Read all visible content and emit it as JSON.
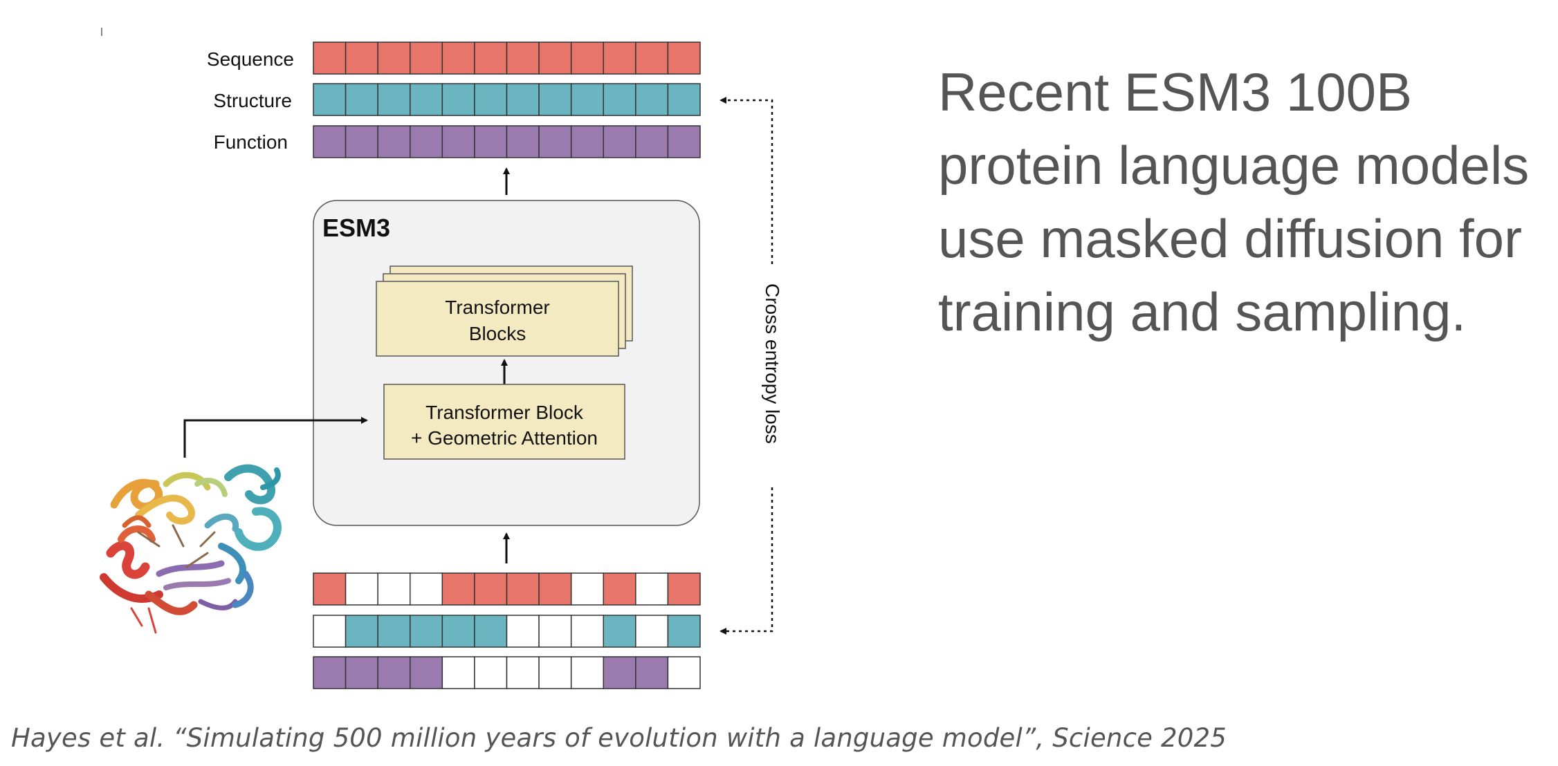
{
  "diagram": {
    "model_label": "ESM3",
    "top_track_labels": [
      "Sequence",
      "Structure",
      "Function"
    ],
    "block_stack_label_line1": "Transformer",
    "block_stack_label_line2": "Blocks",
    "geo_block_label_line1": "Transformer Block",
    "geo_block_label_line2": "+ Geometric Attention",
    "loss_label": "Cross entropy loss",
    "num_tokens": 12,
    "masked_input": {
      "sequence": [
        1,
        0,
        0,
        0,
        1,
        1,
        1,
        1,
        0,
        1,
        0,
        1
      ],
      "structure": [
        0,
        1,
        1,
        1,
        1,
        1,
        0,
        0,
        0,
        1,
        0,
        1
      ],
      "function": [
        1,
        1,
        1,
        1,
        0,
        0,
        0,
        0,
        0,
        1,
        1,
        0
      ]
    },
    "colors": {
      "sequence": "#e8756a",
      "structure": "#6ab5c0",
      "function": "#9b7ab0",
      "block_fill": "#f3eac2",
      "panel_fill": "#f2f2f2",
      "masked": "#ffffff"
    },
    "protein_icon": "protein-ribbon-structure"
  },
  "headline": {
    "line1": "Recent ESM3 100B",
    "line2": "protein language models",
    "line3": "use masked diffusion for",
    "line4": "training and sampling."
  },
  "citation": "Hayes et al. “Simulating 500 million years of evolution with a language model”, Science 2025"
}
